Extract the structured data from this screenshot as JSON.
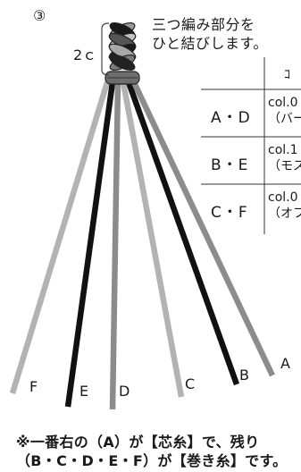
{
  "step_number": "③",
  "instruction": {
    "line1": "三つ編み部分を",
    "line2": "ひと結びします。"
  },
  "braid_length": "2ｃ",
  "table": {
    "header_partial": "ｺ",
    "rows": [
      {
        "label": "A・D",
        "line1": "col.0",
        "line2": "（バー"
      },
      {
        "label": "B・E",
        "line1": "col.1",
        "line2": "（モス"
      },
      {
        "label": "C・F",
        "line1": "col.0",
        "line2": "（オフ"
      }
    ]
  },
  "strand_labels": {
    "A": "A",
    "B": "B",
    "C": "C",
    "D": "D",
    "E": "E",
    "F": "F"
  },
  "colors": {
    "light_gray": "#b3b3b3",
    "mid_gray": "#8c8c8c",
    "black": "#111111"
  },
  "note": {
    "line1": "※一番右の（A）が【芯糸】で、残り",
    "line2": "（B・C・D・E・F）が【巻き糸】です。"
  }
}
